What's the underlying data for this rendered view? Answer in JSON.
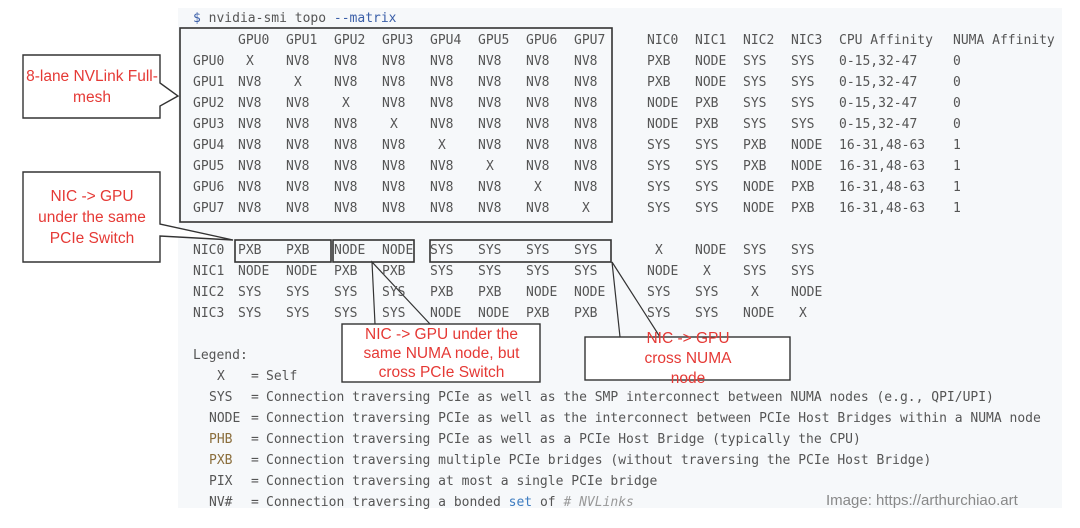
{
  "command": {
    "prompt": "$",
    "text": "nvidia-smi topo",
    "flag": "--matrix"
  },
  "columns": [
    "GPU0",
    "GPU1",
    "GPU2",
    "GPU3",
    "GPU4",
    "GPU5",
    "GPU6",
    "GPU7",
    "NIC0",
    "NIC1",
    "NIC2",
    "NIC3",
    "CPU Affinity",
    "NUMA Affinity"
  ],
  "rows": [
    {
      "label": "GPU0",
      "cells": [
        "X",
        "NV8",
        "NV8",
        "NV8",
        "NV8",
        "NV8",
        "NV8",
        "NV8",
        "PXB",
        "NODE",
        "SYS",
        "SYS",
        "0-15,32-47",
        "0"
      ]
    },
    {
      "label": "GPU1",
      "cells": [
        "NV8",
        "X",
        "NV8",
        "NV8",
        "NV8",
        "NV8",
        "NV8",
        "NV8",
        "PXB",
        "NODE",
        "SYS",
        "SYS",
        "0-15,32-47",
        "0"
      ]
    },
    {
      "label": "GPU2",
      "cells": [
        "NV8",
        "NV8",
        "X",
        "NV8",
        "NV8",
        "NV8",
        "NV8",
        "NV8",
        "NODE",
        "PXB",
        "SYS",
        "SYS",
        "0-15,32-47",
        "0"
      ]
    },
    {
      "label": "GPU3",
      "cells": [
        "NV8",
        "NV8",
        "NV8",
        "X",
        "NV8",
        "NV8",
        "NV8",
        "NV8",
        "NODE",
        "PXB",
        "SYS",
        "SYS",
        "0-15,32-47",
        "0"
      ]
    },
    {
      "label": "GPU4",
      "cells": [
        "NV8",
        "NV8",
        "NV8",
        "NV8",
        "X",
        "NV8",
        "NV8",
        "NV8",
        "SYS",
        "SYS",
        "PXB",
        "NODE",
        "16-31,48-63",
        "1"
      ]
    },
    {
      "label": "GPU5",
      "cells": [
        "NV8",
        "NV8",
        "NV8",
        "NV8",
        "NV8",
        "X",
        "NV8",
        "NV8",
        "SYS",
        "SYS",
        "PXB",
        "NODE",
        "16-31,48-63",
        "1"
      ]
    },
    {
      "label": "GPU6",
      "cells": [
        "NV8",
        "NV8",
        "NV8",
        "NV8",
        "NV8",
        "NV8",
        "X",
        "NV8",
        "SYS",
        "SYS",
        "NODE",
        "PXB",
        "16-31,48-63",
        "1"
      ]
    },
    {
      "label": "GPU7",
      "cells": [
        "NV8",
        "NV8",
        "NV8",
        "NV8",
        "NV8",
        "NV8",
        "NV8",
        "X",
        "SYS",
        "SYS",
        "NODE",
        "PXB",
        "16-31,48-63",
        "1"
      ]
    },
    {
      "label": "NIC0",
      "cells": [
        "PXB",
        "PXB",
        "NODE",
        "NODE",
        "SYS",
        "SYS",
        "SYS",
        "SYS",
        "X",
        "NODE",
        "SYS",
        "SYS"
      ]
    },
    {
      "label": "NIC1",
      "cells": [
        "NODE",
        "NODE",
        "PXB",
        "PXB",
        "SYS",
        "SYS",
        "SYS",
        "SYS",
        "NODE",
        "X",
        "SYS",
        "SYS"
      ]
    },
    {
      "label": "NIC2",
      "cells": [
        "SYS",
        "SYS",
        "SYS",
        "SYS",
        "PXB",
        "PXB",
        "NODE",
        "NODE",
        "SYS",
        "SYS",
        "X",
        "NODE"
      ]
    },
    {
      "label": "NIC3",
      "cells": [
        "SYS",
        "SYS",
        "SYS",
        "SYS",
        "NODE",
        "NODE",
        "PXB",
        "PXB",
        "SYS",
        "SYS",
        "NODE",
        "X"
      ]
    }
  ],
  "legend": {
    "title": "Legend:",
    "items": [
      {
        "key": "X",
        "desc": "Self"
      },
      {
        "key": "SYS",
        "desc": "Connection traversing PCIe as well as the SMP interconnect between NUMA nodes (e.g., QPI/UPI)"
      },
      {
        "key": "NODE",
        "desc": "Connection traversing PCIe as well as the interconnect between PCIe Host Bridges within a NUMA node"
      },
      {
        "key": "PHB",
        "desc": "Connection traversing PCIe as well as a PCIe Host Bridge (typically the CPU)"
      },
      {
        "key": "PXB",
        "desc": "Connection traversing multiple PCIe bridges (without traversing the PCIe Host Bridge)"
      },
      {
        "key": "PIX",
        "desc": "Connection traversing at most a single PCIe bridge"
      },
      {
        "key": "NV#",
        "desc": "Connection traversing a bonded",
        "desc_kw": "set",
        "desc_mid": "of",
        "desc_comment": "# NVLinks"
      }
    ]
  },
  "callouts": {
    "nvlink": "8-lane NVLink Full-mesh",
    "same_switch": "NIC -> GPU under the same PCIe Switch",
    "same_numa": "NIC -> GPU under the same NUMA node, but cross PCIe Switch",
    "cross_numa": "NIC -> GPU cross NUMA node"
  },
  "credit": "Image: https://arthurchiao.art",
  "colors": {
    "annotation_text": "#e53935",
    "terminal_bg": "#f6f8fa",
    "text": "#555555"
  }
}
